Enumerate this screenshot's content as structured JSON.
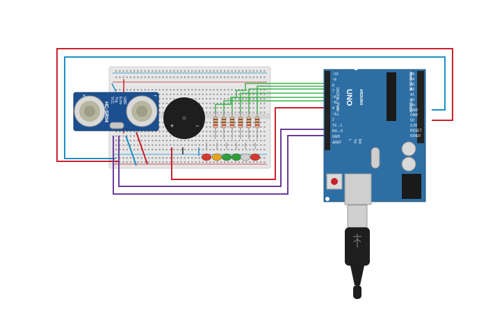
{
  "sensor": {
    "model": "HC-SR04",
    "pins": [
      "VCC",
      "Trig",
      "Echo",
      "GND"
    ],
    "corner_label": "K",
    "corner_label2": "T"
  },
  "buzzer": {
    "plus": "+",
    "minus": "−"
  },
  "arduino": {
    "name": "UNO",
    "brand": "ARDUINO",
    "digital_header": "DIGITAL (PWM ~)",
    "analog_header": "ANALOG IN",
    "power_header": "POWER",
    "digital_pins": [
      "~10",
      "~9",
      "8",
      "7",
      "~6",
      "~5",
      "4",
      "~3",
      "2",
      "TX→1",
      "RX←0",
      "GND",
      "AREF"
    ],
    "right_pins": [
      "A5",
      "A4",
      "A3",
      "A2",
      "A1",
      "A0",
      "Vin",
      "GND",
      "GND",
      "5V",
      "3.3V",
      "RESET",
      "IOREF"
    ],
    "board_labels": [
      "L",
      "TX",
      "RX"
    ]
  },
  "led_colors": [
    "#d63a2e",
    "#e3a51f",
    "#2f9e3a",
    "#2f9e3a",
    "#cfcfcf",
    "#d63a2e"
  ],
  "wire_colors": {
    "red": "#c8202a",
    "blue": "#1a8fc4",
    "green": "#3cb34a",
    "purple": "#6b3a9a",
    "black": "#222222"
  }
}
